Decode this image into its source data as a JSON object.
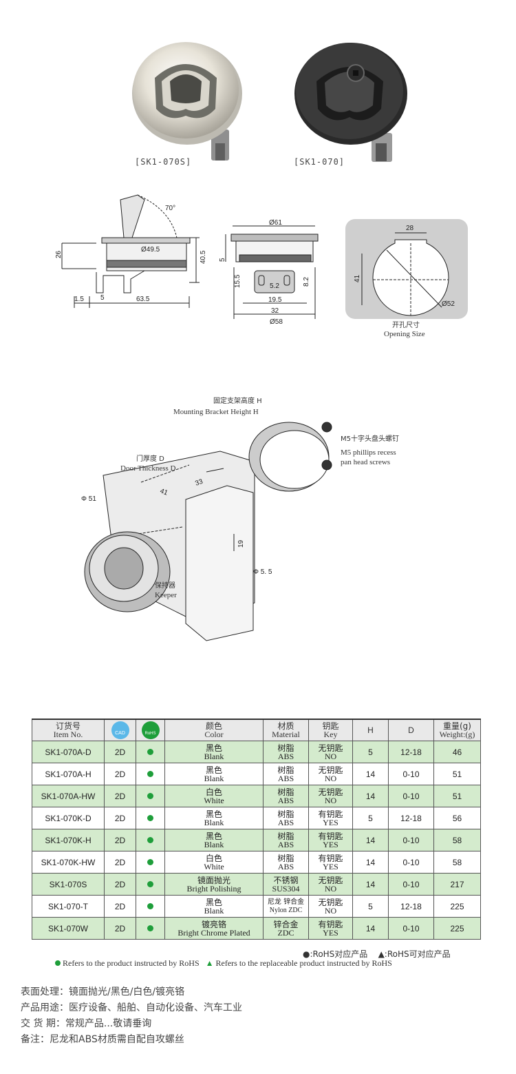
{
  "products": {
    "left_label": "[SK1-070S]",
    "right_label": "[SK1-070]"
  },
  "drawing": {
    "side_view": {
      "angle": "70°",
      "bore": "Ø49.5",
      "h26": "26",
      "h40": "40.5",
      "w15": "1.5",
      "w5": "5",
      "w63": "63.5"
    },
    "front_view": {
      "d61": "Ø61",
      "h5": "5",
      "h15": "15.5",
      "w52": "5.2",
      "h82": "8.2",
      "w195": "19.5",
      "w32": "32",
      "d58": "Ø58"
    },
    "opening": {
      "w28": "28",
      "h41": "41",
      "d52": "Ø52",
      "caption_zh": "开孔尺寸",
      "caption_en": "Opening Size"
    }
  },
  "assembly": {
    "bracket_zh": "固定支架高度 H",
    "bracket_en": "Mounting Bracket Height H",
    "screw_zh": "M5十字头盘头螺钉",
    "screw_en1": "M5 phillips recess",
    "screw_en2": "pan head screws",
    "door_zh": "门厚度 D",
    "door_en": "Door Thickness D",
    "phi51": "Φ 51",
    "d41": "41",
    "d33": "33",
    "d19": "19",
    "phi55": "Φ 5. 5",
    "keeper_zh": "保持器",
    "keeper_en": "Keeper"
  },
  "table": {
    "headers": {
      "item_zh": "订货号",
      "item_en": "Item No.",
      "cad": "CAD",
      "rohs": "RoHS",
      "color_zh": "颜色",
      "color_en": "Color",
      "mat_zh": "材质",
      "mat_en": "Material",
      "key_zh": "钥匙",
      "key_en": "Key",
      "h": "H",
      "d": "D",
      "wt_zh": "重量(g)",
      "wt_en": "Weight:(g)"
    },
    "rows": [
      {
        "item": "SK1-070A-D",
        "cad": "2D",
        "color_zh": "黑色",
        "color_en": "Blank",
        "mat_zh": "树脂",
        "mat_en": "ABS",
        "key_zh": "无钥匙",
        "key_en": "NO",
        "h": "5",
        "d": "12-18",
        "wt": "46"
      },
      {
        "item": "SK1-070A-H",
        "cad": "2D",
        "color_zh": "黑色",
        "color_en": "Blank",
        "mat_zh": "树脂",
        "mat_en": "ABS",
        "key_zh": "无钥匙",
        "key_en": "NO",
        "h": "14",
        "d": "0-10",
        "wt": "51"
      },
      {
        "item": "SK1-070A-HW",
        "cad": "2D",
        "color_zh": "白色",
        "color_en": "White",
        "mat_zh": "树脂",
        "mat_en": "ABS",
        "key_zh": "无钥匙",
        "key_en": "NO",
        "h": "14",
        "d": "0-10",
        "wt": "51"
      },
      {
        "item": "SK1-070K-D",
        "cad": "2D",
        "color_zh": "黑色",
        "color_en": "Blank",
        "mat_zh": "树脂",
        "mat_en": "ABS",
        "key_zh": "有钥匙",
        "key_en": "YES",
        "h": "5",
        "d": "12-18",
        "wt": "56"
      },
      {
        "item": "SK1-070K-H",
        "cad": "2D",
        "color_zh": "黑色",
        "color_en": "Blank",
        "mat_zh": "树脂",
        "mat_en": "ABS",
        "key_zh": "有钥匙",
        "key_en": "YES",
        "h": "14",
        "d": "0-10",
        "wt": "58"
      },
      {
        "item": "SK1-070K-HW",
        "cad": "2D",
        "color_zh": "白色",
        "color_en": "White",
        "mat_zh": "树脂",
        "mat_en": "ABS",
        "key_zh": "有钥匙",
        "key_en": "YES",
        "h": "14",
        "d": "0-10",
        "wt": "58"
      },
      {
        "item": "SK1-070S",
        "cad": "2D",
        "color_zh": "镜面抛光",
        "color_en": "Bright Polishing",
        "mat_zh": "不锈钢",
        "mat_en": "SUS304",
        "key_zh": "无钥匙",
        "key_en": "NO",
        "h": "14",
        "d": "0-10",
        "wt": "217"
      },
      {
        "item": "SK1-070-T",
        "cad": "2D",
        "color_zh": "黑色",
        "color_en": "Blank",
        "mat_zh": "尼龙 锌合金",
        "mat_en": "Nylon ZDC",
        "key_zh": "无钥匙",
        "key_en": "NO",
        "h": "5",
        "d": "12-18",
        "wt": "225"
      },
      {
        "item": "SK1-070W",
        "cad": "2D",
        "color_zh": "镀亮铬",
        "color_en": "Bright Chrome Plated",
        "mat_zh": "锌合金",
        "mat_en": "ZDC",
        "key_zh": "有钥匙",
        "key_en": "YES",
        "h": "14",
        "d": "0-10",
        "wt": "225"
      }
    ]
  },
  "legend": {
    "rohs_zh": "●:RoHS对应产品",
    "replace_zh": "▲:RoHS可对应产品",
    "rohs_en": "Refers to the product instructed by RoHS",
    "replace_en": "Refers to the replaceable product instructed by RoHS"
  },
  "notes": [
    "表面处理：镜面抛光/黑色/白色/镀亮铬",
    "产品用途：医疗设备、船舶、自动化设备、汽车工业",
    "交 货 期：常规产品...敬请垂询",
    "备注：尼龙和ABS材质需自配自攻螺丝"
  ],
  "colors": {
    "row_green": "#d4ebcd",
    "rohs_dot": "#1e9e3a",
    "cad_badge": "#5bb8e8",
    "opening_bg": "#cfcfcf"
  }
}
